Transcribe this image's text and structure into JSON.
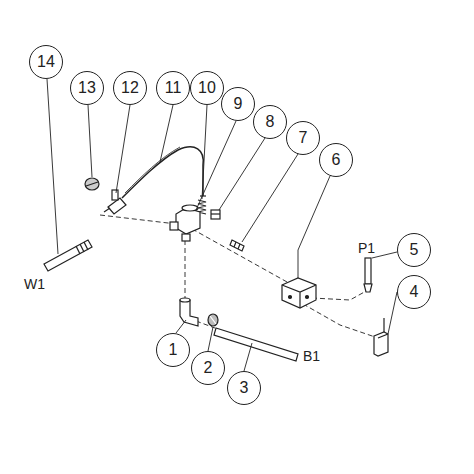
{
  "diagram": {
    "nodes": [
      {
        "text": [
          "14"
        ]
      },
      {
        "text": [
          "13"
        ]
      },
      {
        "text": [
          "12"
        ]
      },
      {
        "text": [
          "11"
        ]
      },
      {
        "text": [
          "10"
        ]
      },
      {
        "text": [
          "9"
        ]
      },
      {
        "text": [
          "8"
        ]
      },
      {
        "text": [
          "7"
        ]
      },
      {
        "text": [
          "6"
        ]
      },
      {
        "text": [
          "5"
        ]
      },
      {
        "text": [
          "4"
        ]
      },
      {
        "text": [
          "1"
        ]
      },
      {
        "text": [
          "2"
        ]
      },
      {
        "text": [
          "3"
        ]
      }
    ],
    "labels": [
      "W1",
      "P1",
      "B1"
    ]
  }
}
